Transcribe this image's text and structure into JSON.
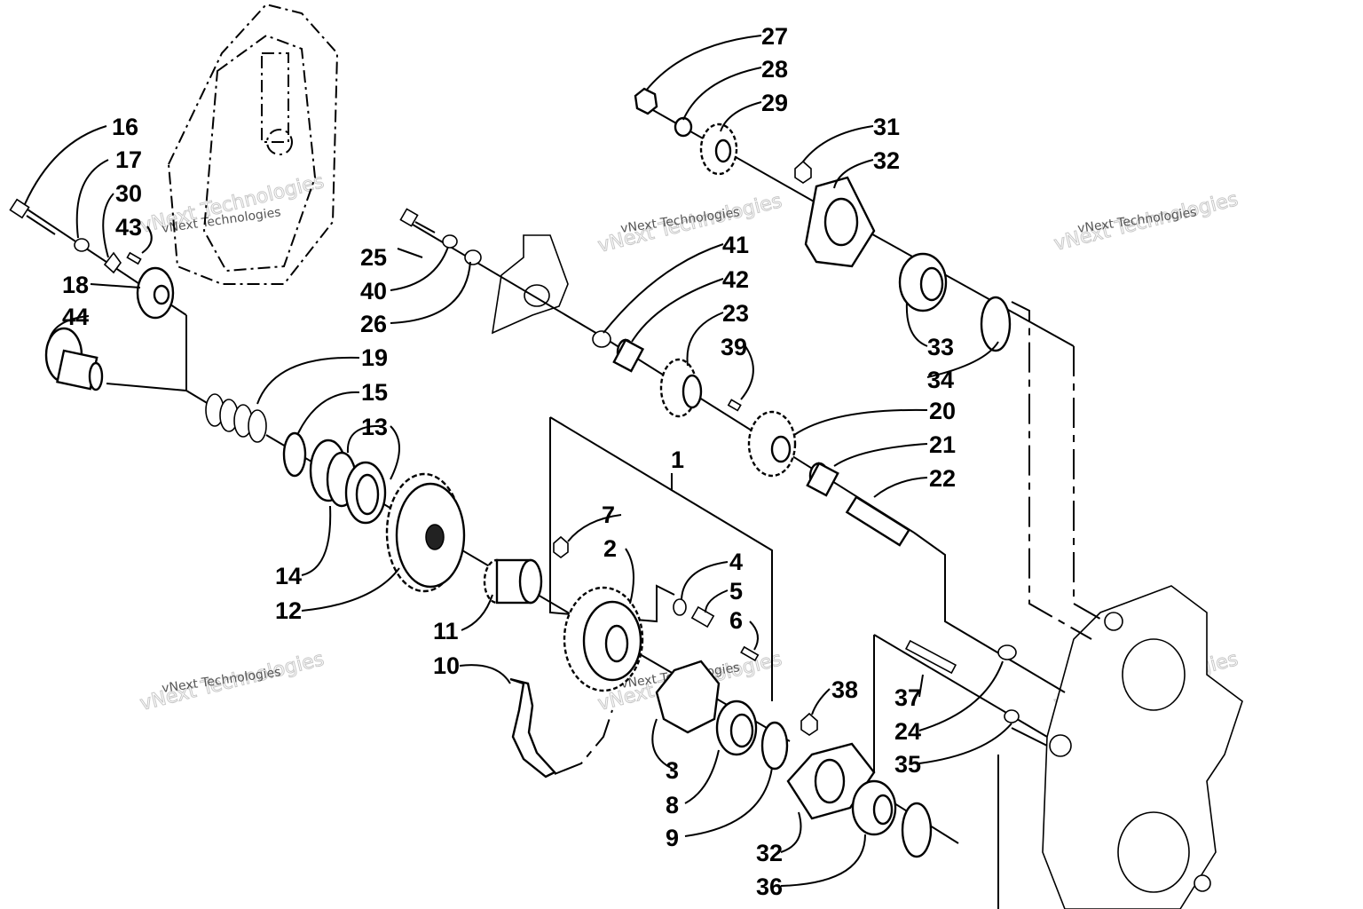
{
  "diagram": {
    "watermark_small": "vNext Technologies",
    "watermark_large": "vNext Technologies",
    "callouts": [
      {
        "id": "1",
        "label": "1"
      },
      {
        "id": "2",
        "label": "2"
      },
      {
        "id": "3",
        "label": "3"
      },
      {
        "id": "4",
        "label": "4"
      },
      {
        "id": "5",
        "label": "5"
      },
      {
        "id": "6",
        "label": "6"
      },
      {
        "id": "7",
        "label": "7"
      },
      {
        "id": "8",
        "label": "8"
      },
      {
        "id": "9",
        "label": "9"
      },
      {
        "id": "10",
        "label": "10"
      },
      {
        "id": "11",
        "label": "11"
      },
      {
        "id": "12",
        "label": "12"
      },
      {
        "id": "13",
        "label": "13"
      },
      {
        "id": "14",
        "label": "14"
      },
      {
        "id": "15",
        "label": "15"
      },
      {
        "id": "16",
        "label": "16"
      },
      {
        "id": "17",
        "label": "17"
      },
      {
        "id": "18",
        "label": "18"
      },
      {
        "id": "19",
        "label": "19"
      },
      {
        "id": "20",
        "label": "20"
      },
      {
        "id": "21",
        "label": "21"
      },
      {
        "id": "22",
        "label": "22"
      },
      {
        "id": "23",
        "label": "23"
      },
      {
        "id": "24",
        "label": "24"
      },
      {
        "id": "25",
        "label": "25"
      },
      {
        "id": "26",
        "label": "26"
      },
      {
        "id": "27",
        "label": "27"
      },
      {
        "id": "28",
        "label": "28"
      },
      {
        "id": "29",
        "label": "29"
      },
      {
        "id": "30",
        "label": "30"
      },
      {
        "id": "31",
        "label": "31"
      },
      {
        "id": "32a",
        "label": "32"
      },
      {
        "id": "32b",
        "label": "32"
      },
      {
        "id": "33",
        "label": "33"
      },
      {
        "id": "34",
        "label": "34"
      },
      {
        "id": "35",
        "label": "35"
      },
      {
        "id": "36",
        "label": "36"
      },
      {
        "id": "37",
        "label": "37"
      },
      {
        "id": "38",
        "label": "38"
      },
      {
        "id": "39",
        "label": "39"
      },
      {
        "id": "40",
        "label": "40"
      },
      {
        "id": "41",
        "label": "41"
      },
      {
        "id": "42",
        "label": "42"
      },
      {
        "id": "43",
        "label": "43"
      },
      {
        "id": "44",
        "label": "44"
      }
    ]
  }
}
